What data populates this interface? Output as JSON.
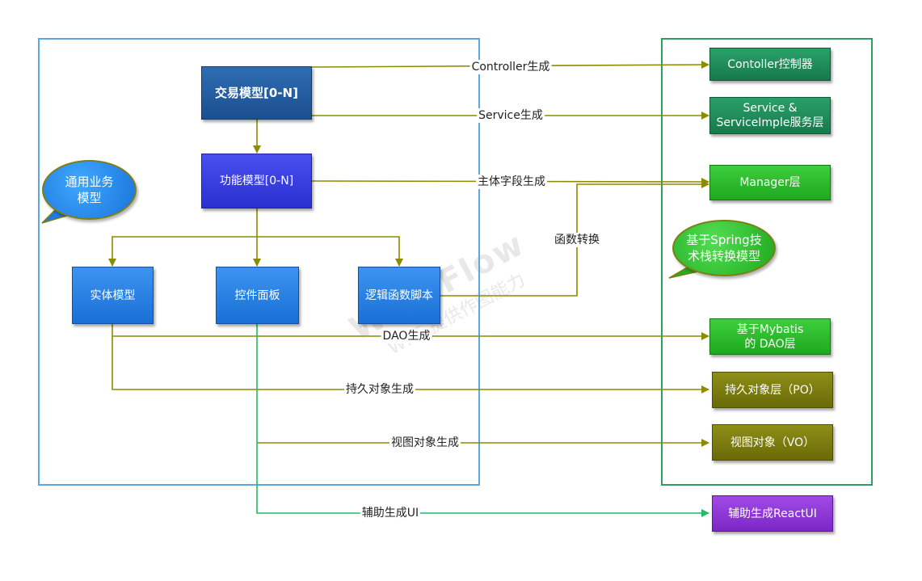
{
  "nodes": {
    "trade_model": "交易模型[0-N]",
    "function_model": "功能模型[0-N]",
    "entity_model": "实体模型",
    "control_panel": "控件面板",
    "logic_script": "逻辑函数脚本",
    "controller_layer": "Contoller控制器",
    "service_layer": "Service &\nServiceImple服务层",
    "manager_layer": "Manager层",
    "dao_layer": "基于Mybatis\n的 DAO层",
    "po_layer": "持久对象层（PO）",
    "vo_layer": "视图对象（VO）",
    "react_ui": "辅助生成ReactUI"
  },
  "edge_labels": {
    "controller_gen": "Controller生成",
    "service_gen": "Service生成",
    "main_field_gen": "主体字段生成",
    "func_convert": "函数转换",
    "dao_gen": "DAO生成",
    "po_gen": "持久对象生成",
    "vo_gen": "视图对象生成",
    "ui_gen": "辅助生成UI"
  },
  "callouts": {
    "general_business": "通用业务\n模型",
    "spring_stack": "基于Spring技\n术栈转换模型"
  },
  "watermark": {
    "brand": "WPS Flow",
    "sub": "WPS 提供作图能力"
  },
  "colors": {
    "left_frame": "#5aa9e6",
    "right_frame": "#2e9e5e",
    "olive_line": "#8c8c00",
    "green_line": "#22bb66"
  }
}
